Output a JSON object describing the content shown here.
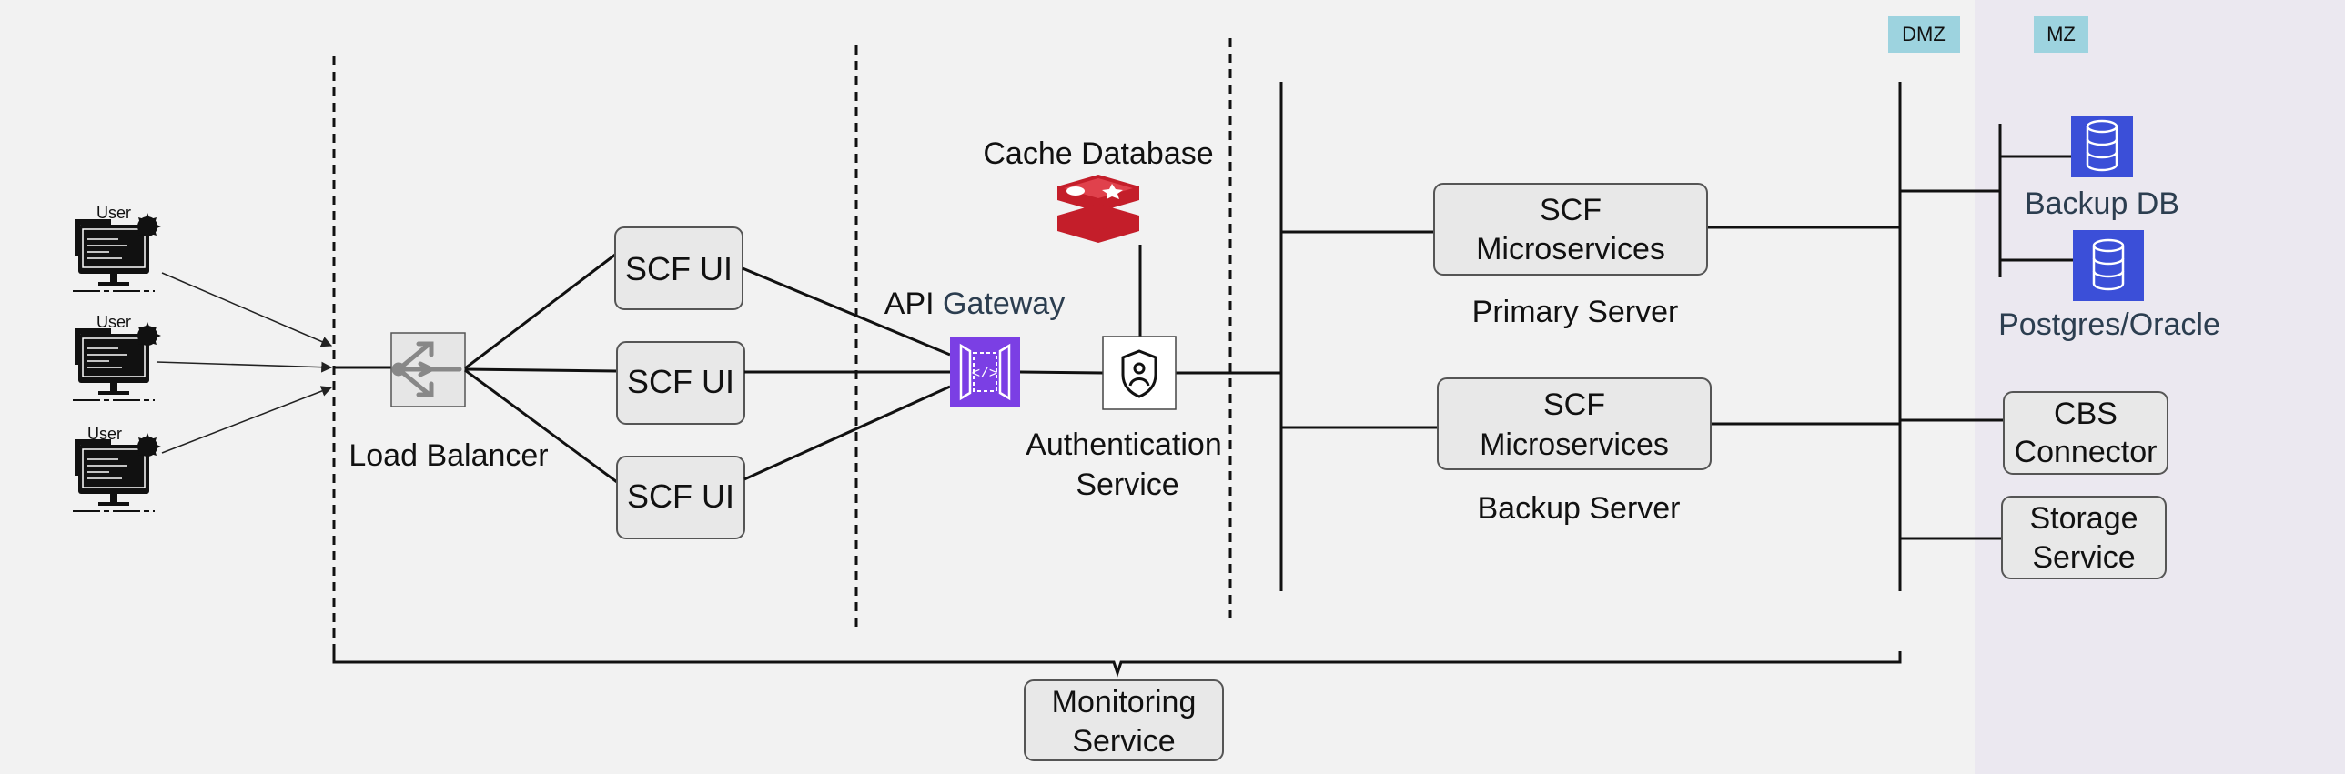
{
  "zones": {
    "dmz": "DMZ",
    "mz": "MZ"
  },
  "users": [
    {
      "label": "User"
    },
    {
      "label": "User"
    },
    {
      "label": "User"
    }
  ],
  "load_balancer": {
    "label": "Load Balancer"
  },
  "ui_nodes": [
    {
      "label": "SCF UI"
    },
    {
      "label": "SCF UI"
    },
    {
      "label": "SCF UI"
    }
  ],
  "api_gateway": {
    "label_prefix": "API ",
    "label_suffix": "Gateway"
  },
  "cache_db": {
    "label": "Cache Database"
  },
  "auth_service": {
    "line1": "Authentication",
    "line2": "Service"
  },
  "servers": [
    {
      "line1": "SCF",
      "line2": "Microservices",
      "caption": "Primary Server"
    },
    {
      "line1": "SCF",
      "line2": "Microservices",
      "caption": "Backup Server"
    }
  ],
  "databases": [
    {
      "label": "Backup DB"
    },
    {
      "label": "Postgres/Oracle"
    }
  ],
  "external": [
    {
      "line1": "CBS",
      "line2": "Connector"
    },
    {
      "line1": "Storage",
      "line2": "Service"
    }
  ],
  "monitoring": {
    "line1": "Monitoring",
    "line2": "Service"
  },
  "colors": {
    "zone_tag": "#9dd3df",
    "mz_background": "#ebe8f0",
    "api_gateway": "#7b3fe4",
    "db_icon": "#3b4fd8",
    "cache_icon": "#c41e2a",
    "gateway_text": "#2c3e50"
  }
}
